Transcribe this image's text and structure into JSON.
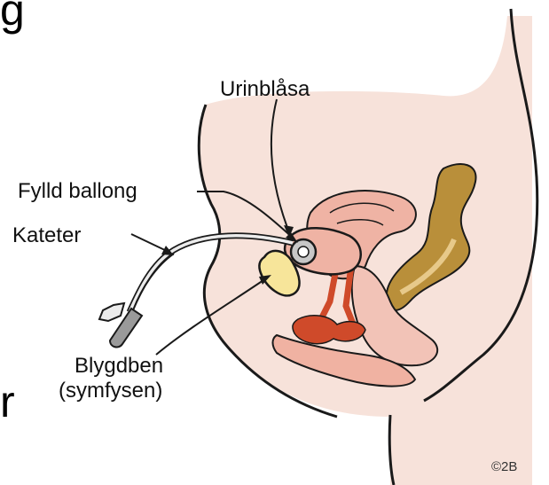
{
  "diagram": {
    "labels": {
      "bladder": "Urinblåsa",
      "balloon": "Fylld ballong",
      "catheter": "Kateter",
      "pubic_bone_line1": "Blygdben",
      "pubic_bone_line2": "(symfysen)"
    },
    "edge_fragments": {
      "top_left": "g",
      "mid_left": "r"
    },
    "copyright": "©2B"
  },
  "colors": {
    "skin": "#f7e2da",
    "outline": "#1a1a1a",
    "tissue": "#efb3a4",
    "tissue_dark": "#d9826e",
    "muscle_red": "#cf4a2a",
    "bone_yellow": "#f7e59a",
    "bowel_brown": "#b98f3a",
    "catheter_gray": "#9a9a9a"
  }
}
